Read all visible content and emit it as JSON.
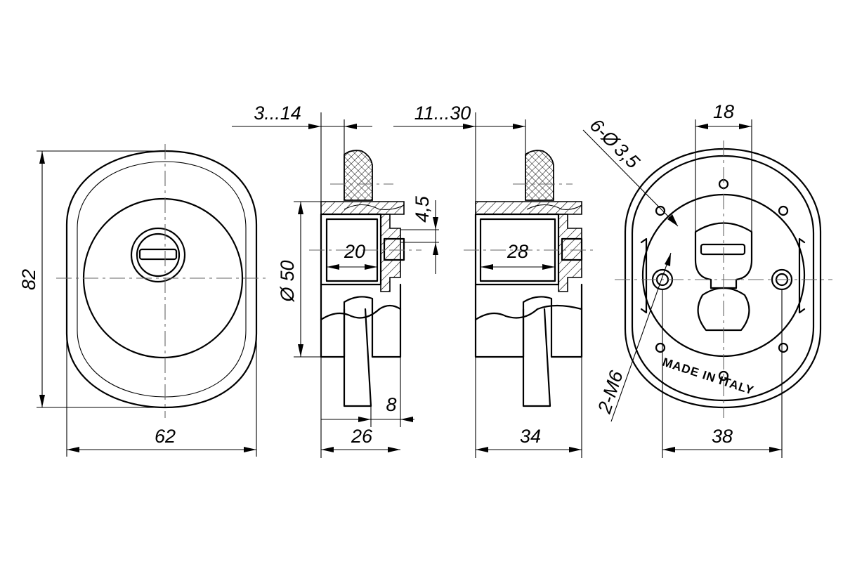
{
  "dimensions": {
    "height_82": "82",
    "width_62": "62",
    "depth_26": "26",
    "offset_8": "8",
    "range_3_14": "3...14",
    "diameter_50": "50",
    "depth_20": "20",
    "gap_4_5": "4,5",
    "range_11_30": "11...30",
    "depth_28": "28",
    "depth_34": "34",
    "holes_6_d3_5": "6-",
    "holes_d3_5_value": "3,5",
    "holes_2_m6": "2-M6",
    "slot_18": "18",
    "width_38": "38"
  },
  "symbols": {
    "diameter": "Ø"
  },
  "stamp_text": "MADE IN ITALY",
  "colors": {
    "line": "#000000",
    "background": "#ffffff",
    "centerline": "#666666"
  }
}
